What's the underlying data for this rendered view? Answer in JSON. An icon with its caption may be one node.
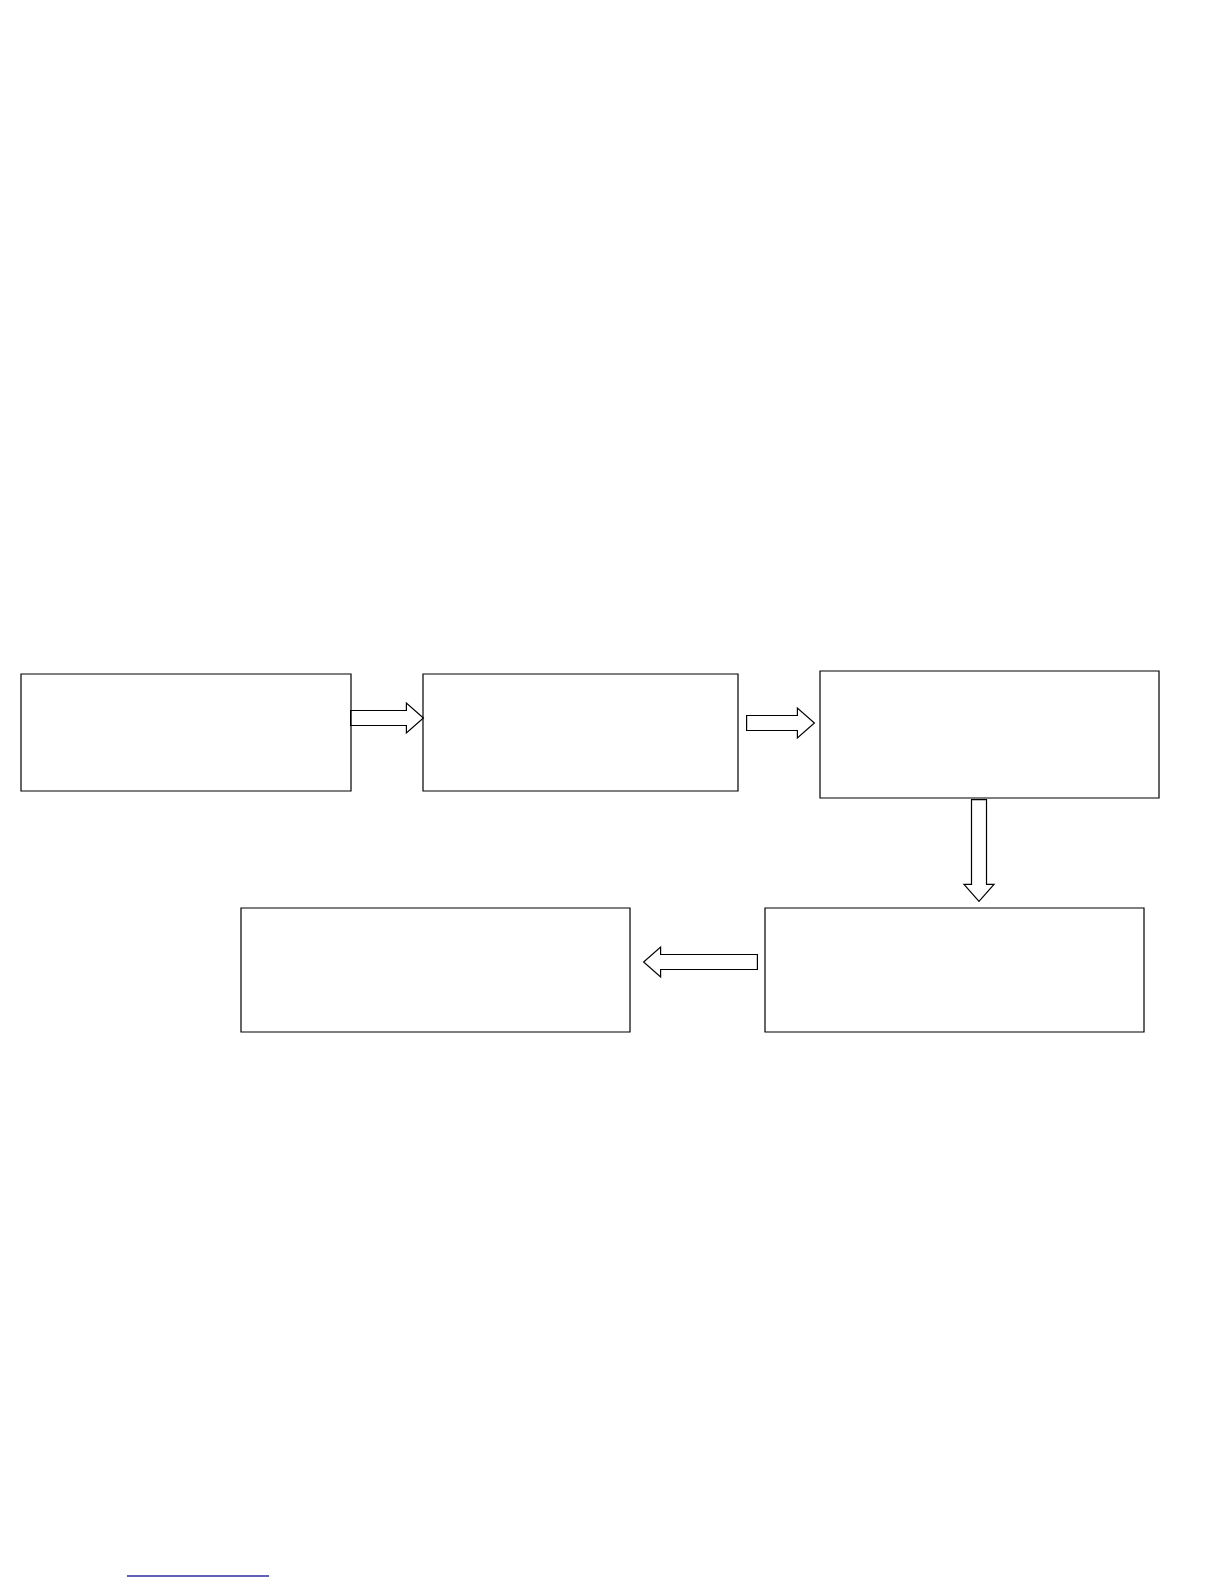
{
  "diagram": {
    "nodes": [
      {
        "text": [],
        "shape": "box"
      },
      {
        "text": [],
        "shape": "box"
      },
      {
        "text": [],
        "shape": "box"
      },
      {
        "text": [],
        "shape": "box"
      },
      {
        "text": [],
        "shape": "box"
      }
    ],
    "edges": [
      {
        "from": 0,
        "to": 1,
        "arrow": "to"
      },
      {
        "from": 1,
        "to": 2,
        "arrow": "to"
      },
      {
        "from": 2,
        "to": 3,
        "arrow": "to"
      },
      {
        "from": 3,
        "to": 4,
        "arrow": "to"
      }
    ]
  }
}
